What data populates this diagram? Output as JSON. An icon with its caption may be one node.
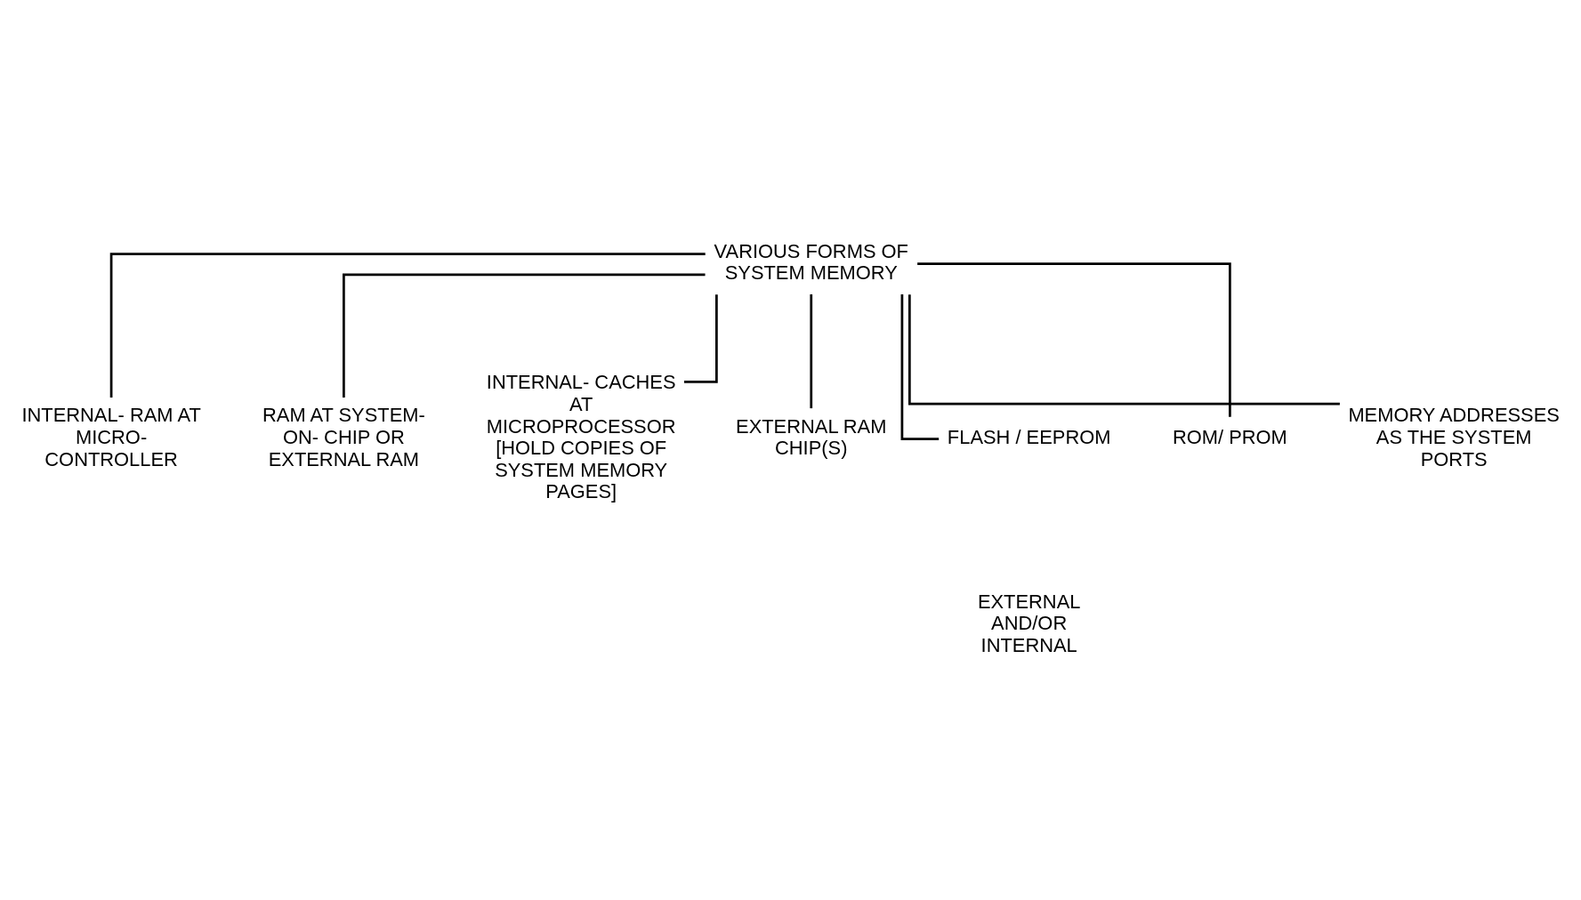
{
  "diagram": {
    "nodes": [
      {
        "text": [
          "VARIOUS FORMS OF SYSTEM MEMORY"
        ]
      },
      {
        "text": [
          "INTERNAL- RAM AT MICRO- CONTROLLER"
        ]
      },
      {
        "text": [
          "RAM AT SYSTEM- ON- CHIP OR EXTERNAL RAM"
        ]
      },
      {
        "text": [
          "INTERNAL- CACHES AT MICROPROCESSOR [HOLD COPIES OF SYSTEM MEMORY PAGES]"
        ]
      },
      {
        "text": [
          "EXTERNAL RAM CHIP(S)"
        ]
      },
      {
        "text": [
          "FLASH / EEPROM"
        ]
      },
      {
        "text": [
          "ROM/ PROM"
        ]
      },
      {
        "text": [
          "MEMORY ADDRESSES AS THE SYSTEM PORTS"
        ]
      }
    ],
    "edges": [
      {
        "from": 0,
        "to": 1,
        "arrow": "none"
      },
      {
        "from": 0,
        "to": 2,
        "arrow": "none"
      },
      {
        "from": 0,
        "to": 3,
        "arrow": "none"
      },
      {
        "from": 0,
        "to": 4,
        "arrow": "none"
      },
      {
        "from": 0,
        "to": 5,
        "arrow": "none"
      },
      {
        "from": 0,
        "to": 6,
        "arrow": "none"
      },
      {
        "from": 0,
        "to": 7,
        "arrow": "none"
      }
    ],
    "labels": [
      "EXTERNAL AND/OR INTERNAL"
    ]
  }
}
